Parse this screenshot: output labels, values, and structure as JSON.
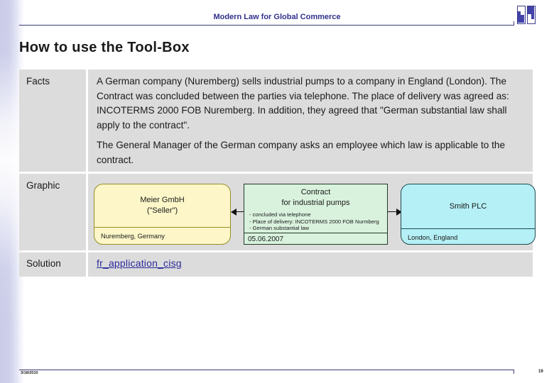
{
  "header": {
    "title": "Modern Law for Global Commerce",
    "logo_name": "uncitral-logo"
  },
  "page": {
    "title": "How to use the Tool-Box"
  },
  "table": {
    "rows": [
      {
        "label": "Facts",
        "paragraphs": [
          "A German company (Nuremberg) sells industrial pumps to a company in England (London). The Contract was concluded between the parties via telephone. The place of delivery was agreed as: INCOTERMS 2000 FOB Nuremberg. In addition, they agreed that \"German substantial law shall apply to the contract\".",
          "The General Manager of the German company asks an employee which law is applicable to the contract."
        ]
      },
      {
        "label": "Graphic"
      },
      {
        "label": "Solution",
        "link_text": "fr_application_cisg"
      }
    ]
  },
  "diagram": {
    "seller": {
      "name": "Meier GmbH",
      "role": "(\"Seller\")",
      "location": "Nuremberg, Germany"
    },
    "contract": {
      "title_line1": "Contract",
      "title_line2": "for industrial pumps",
      "bullets": [
        "- concluded via telephone",
        "- Place of delivery: INCOTERMS 2000 FOB Nurmberg",
        "- German substantial law"
      ],
      "date": "05.06.2007"
    },
    "buyer": {
      "name": "Smith PLC",
      "location": "London, England"
    },
    "arrow_left_name": "arrow-to-seller",
    "arrow_right_name": "arrow-to-buyer"
  },
  "footer": {
    "date": "3/18/2010",
    "page_number": "19"
  },
  "colors": {
    "header_blue": "#31318c",
    "row_gray": "#dcdcdc",
    "seller_yellow": "#fcf6c8",
    "contract_green": "#d9f2dd",
    "buyer_blue": "#b4f0f5",
    "link_blue": "#2a2a9c"
  }
}
